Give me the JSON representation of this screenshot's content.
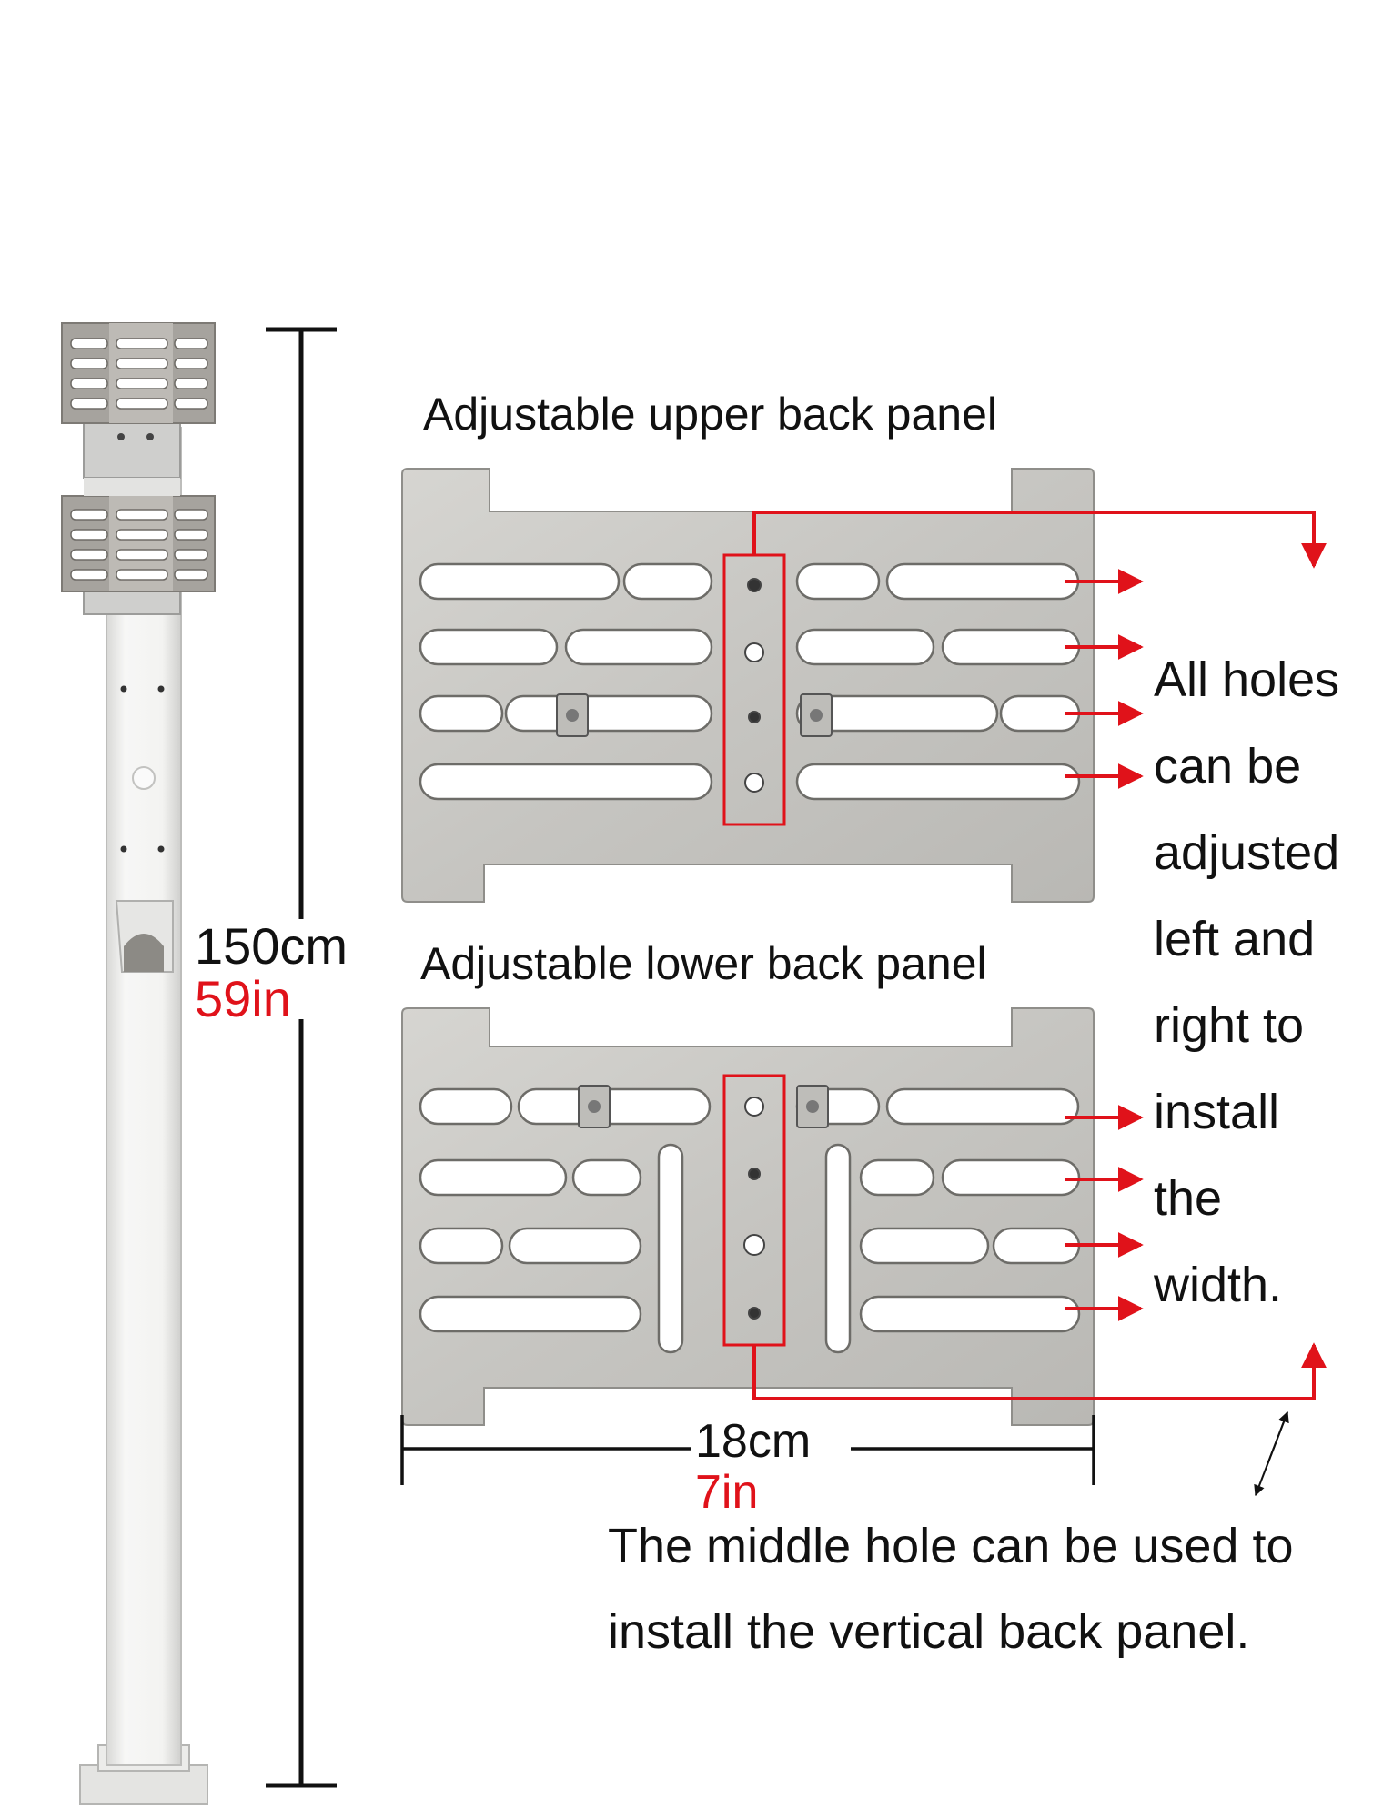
{
  "height_dimension": {
    "metric": "150cm",
    "imperial": "59in"
  },
  "width_dimension": {
    "metric": "18cm",
    "imperial": "7in"
  },
  "upper_panel": {
    "title": "Adjustable upper back panel"
  },
  "lower_panel": {
    "title": "Adjustable lower back panel"
  },
  "adjust_note": {
    "lines": [
      "All holes",
      "can be",
      "adjusted",
      "left and",
      "right to",
      "install",
      "the",
      "width."
    ]
  },
  "middle_hole_note": {
    "lines": [
      "The middle hole can be used to",
      "install the vertical back panel."
    ]
  },
  "colors": {
    "accent_red": "#e0121a",
    "metal": "#c9c8c4",
    "post": "#f1f1ef",
    "line": "#111111"
  }
}
